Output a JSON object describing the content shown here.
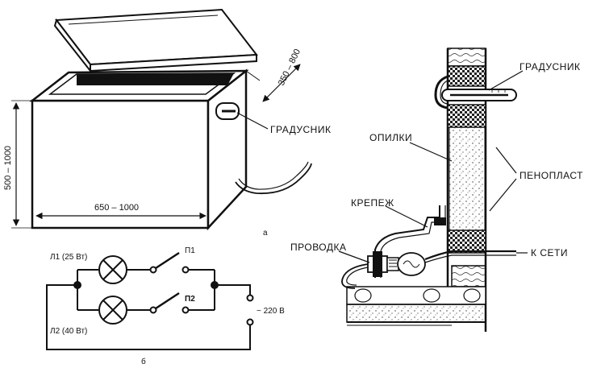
{
  "labels": {
    "thermometer_a": "ГРАДУСНИК",
    "dim_depth": "350 – 800",
    "dim_height": "500 – 1000",
    "dim_width": "650 – 1000",
    "fig_a": "а",
    "fig_b": "б",
    "lamp1": "Л1 (25 Вт)",
    "lamp2": "Л2 (40 Вт)",
    "switch1": "П1",
    "switch2": "П2",
    "mains_voltage": "~ 220 В",
    "thermometer_c": "ГРАДУСНИК",
    "sawdust": "ОПИЛКИ",
    "foam": "ПЕНОПЛАСТ",
    "fastener": "КРЕПЕЖ",
    "wiring": "ПРОВОДКА",
    "to_mains": "К СЕТИ"
  },
  "colors": {
    "ink": "#111111",
    "paper": "#ffffff"
  }
}
